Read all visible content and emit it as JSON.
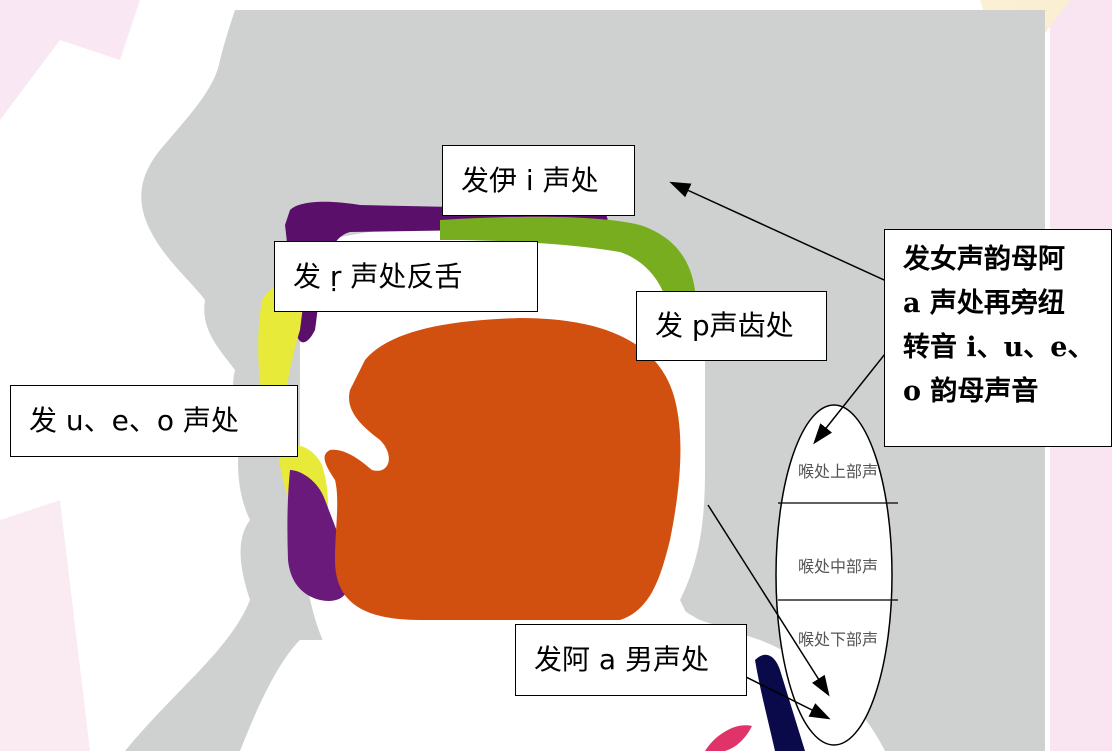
{
  "labels": {
    "i_sound": "发伊 i 声处",
    "r_sound": "发 ṛ 声处反舌",
    "p_sound": "发 p声齿处",
    "ueo_sound": "发 u、e、o 声处",
    "a_male": "发阿 a 男声处",
    "female_box": {
      "line1": "发女声韵母阿",
      "line2": "a 声处再旁纽",
      "line3": "转音 i、u、e、",
      "line4": "o 韵母声音"
    }
  },
  "throat": {
    "upper": "喉处上部声",
    "middle": "喉处中部声",
    "lower": "喉处下部声"
  },
  "colors": {
    "head": "#cfd1d0",
    "tongue": "#d2500f",
    "palate": "#5a0f6a",
    "soft_palate": "#77ad1f",
    "lips": "#e8ea3a",
    "chin_purple": "#6a1a7a",
    "vocal_cord": "#0a0a4a",
    "pink": "#e0336a",
    "background_pink": "#f2cfe6"
  }
}
